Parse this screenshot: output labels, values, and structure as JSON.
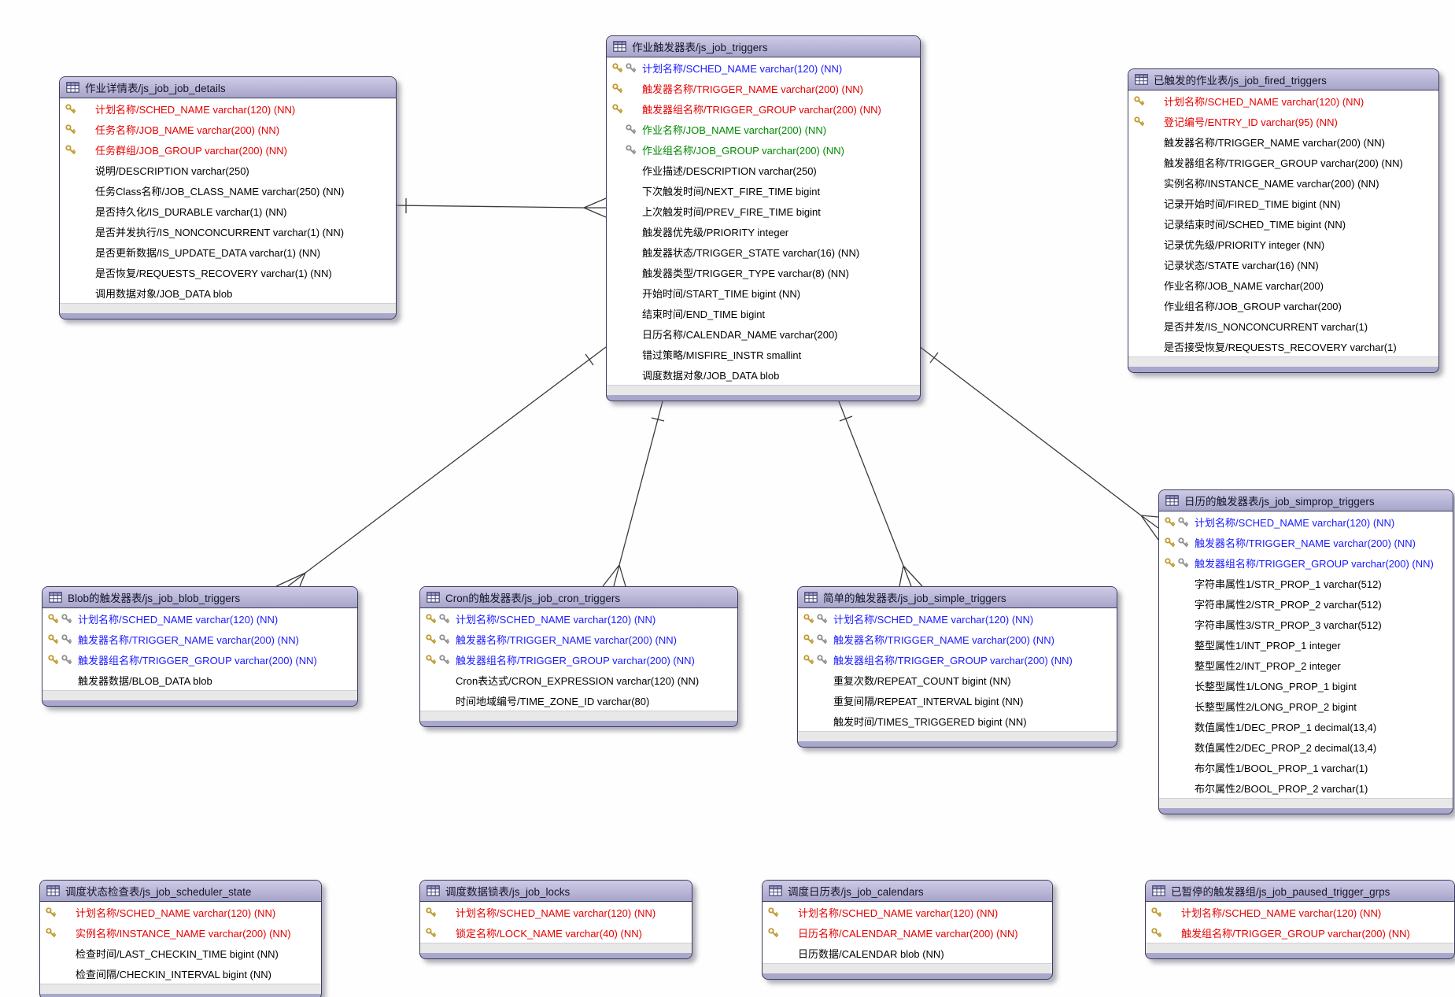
{
  "diagram": {
    "type": "er-diagram",
    "subject": "Quartz scheduler database schema (js_job_*)",
    "colors": {
      "table_header": "#b6b3d6",
      "table_body": "#ffffff",
      "pk_text": "#e60000",
      "pk_fk_text": "#1a1aff",
      "fk_text": "#008a00",
      "normal_text": "#000000",
      "key_gold": "#c09a30",
      "key_gray": "#8f8f8f",
      "relationship_line": "#3a3a3a"
    }
  },
  "tables": [
    {
      "id": "job_details",
      "title": "作业详情表/js_job_job_details",
      "fields": [
        {
          "text": "计划名称/SCHED_NAME varchar(120) (NN)",
          "style": "pk",
          "keys": [
            "pk"
          ]
        },
        {
          "text": "任务名称/JOB_NAME varchar(200) (NN)",
          "style": "pk",
          "keys": [
            "pk"
          ]
        },
        {
          "text": "任务群组/JOB_GROUP varchar(200) (NN)",
          "style": "pk",
          "keys": [
            "pk"
          ]
        },
        {
          "text": "说明/DESCRIPTION varchar(250)",
          "style": "n",
          "keys": []
        },
        {
          "text": "任务Class名称/JOB_CLASS_NAME varchar(250) (NN)",
          "style": "n",
          "keys": []
        },
        {
          "text": "是否持久化/IS_DURABLE varchar(1) (NN)",
          "style": "n",
          "keys": []
        },
        {
          "text": "是否并发执行/IS_NONCONCURRENT varchar(1) (NN)",
          "style": "n",
          "keys": []
        },
        {
          "text": "是否更新数据/IS_UPDATE_DATA varchar(1) (NN)",
          "style": "n",
          "keys": []
        },
        {
          "text": "是否恢复/REQUESTS_RECOVERY varchar(1) (NN)",
          "style": "n",
          "keys": []
        },
        {
          "text": "调用数据对象/JOB_DATA blob",
          "style": "n",
          "keys": []
        }
      ]
    },
    {
      "id": "triggers",
      "title": "作业触发器表/js_job_triggers",
      "fields": [
        {
          "text": "计划名称/SCHED_NAME varchar(120) (NN)",
          "style": "pkfk",
          "keys": [
            "pk",
            "fk"
          ]
        },
        {
          "text": "触发器名称/TRIGGER_NAME varchar(200) (NN)",
          "style": "pk",
          "keys": [
            "pk"
          ]
        },
        {
          "text": "触发器组名称/TRIGGER_GROUP varchar(200) (NN)",
          "style": "pk",
          "keys": [
            "pk"
          ]
        },
        {
          "text": "作业名称/JOB_NAME varchar(200) (NN)",
          "style": "fk",
          "keys": [
            "fk"
          ]
        },
        {
          "text": "作业组名称/JOB_GROUP varchar(200) (NN)",
          "style": "fk",
          "keys": [
            "fk"
          ]
        },
        {
          "text": "作业描述/DESCRIPTION varchar(250)",
          "style": "n",
          "keys": []
        },
        {
          "text": "下次触发时间/NEXT_FIRE_TIME bigint",
          "style": "n",
          "keys": []
        },
        {
          "text": "上次触发时间/PREV_FIRE_TIME bigint",
          "style": "n",
          "keys": []
        },
        {
          "text": "触发器优先级/PRIORITY integer",
          "style": "n",
          "keys": []
        },
        {
          "text": "触发器状态/TRIGGER_STATE varchar(16) (NN)",
          "style": "n",
          "keys": []
        },
        {
          "text": "触发器类型/TRIGGER_TYPE varchar(8) (NN)",
          "style": "n",
          "keys": []
        },
        {
          "text": "开始时间/START_TIME bigint (NN)",
          "style": "n",
          "keys": []
        },
        {
          "text": "结束时间/END_TIME bigint",
          "style": "n",
          "keys": []
        },
        {
          "text": "日历名称/CALENDAR_NAME varchar(200)",
          "style": "n",
          "keys": []
        },
        {
          "text": "错过策略/MISFIRE_INSTR smallint",
          "style": "n",
          "keys": []
        },
        {
          "text": "调度数据对象/JOB_DATA blob",
          "style": "n",
          "keys": []
        }
      ]
    },
    {
      "id": "fired_triggers",
      "title": "已触发的作业表/js_job_fired_triggers",
      "fields": [
        {
          "text": "计划名称/SCHED_NAME varchar(120) (NN)",
          "style": "pk",
          "keys": [
            "pk"
          ]
        },
        {
          "text": "登记编号/ENTRY_ID varchar(95) (NN)",
          "style": "pk",
          "keys": [
            "pk"
          ]
        },
        {
          "text": "触发器名称/TRIGGER_NAME varchar(200) (NN)",
          "style": "n",
          "keys": []
        },
        {
          "text": "触发器组名称/TRIGGER_GROUP varchar(200) (NN)",
          "style": "n",
          "keys": []
        },
        {
          "text": "实例名称/INSTANCE_NAME varchar(200) (NN)",
          "style": "n",
          "keys": []
        },
        {
          "text": "记录开始时间/FIRED_TIME bigint (NN)",
          "style": "n",
          "keys": []
        },
        {
          "text": "记录结束时间/SCHED_TIME bigint (NN)",
          "style": "n",
          "keys": []
        },
        {
          "text": "记录优先级/PRIORITY integer (NN)",
          "style": "n",
          "keys": []
        },
        {
          "text": "记录状态/STATE varchar(16) (NN)",
          "style": "n",
          "keys": []
        },
        {
          "text": "作业名称/JOB_NAME varchar(200)",
          "style": "n",
          "keys": []
        },
        {
          "text": "作业组名称/JOB_GROUP varchar(200)",
          "style": "n",
          "keys": []
        },
        {
          "text": "是否并发/IS_NONCONCURRENT varchar(1)",
          "style": "n",
          "keys": []
        },
        {
          "text": "是否接受恢复/REQUESTS_RECOVERY varchar(1)",
          "style": "n",
          "keys": []
        }
      ]
    },
    {
      "id": "blob_triggers",
      "title": "Blob的触发器表/js_job_blob_triggers",
      "fields": [
        {
          "text": "计划名称/SCHED_NAME varchar(120) (NN)",
          "style": "pkfk",
          "keys": [
            "pk",
            "fk"
          ]
        },
        {
          "text": "触发器名称/TRIGGER_NAME varchar(200) (NN)",
          "style": "pkfk",
          "keys": [
            "pk",
            "fk"
          ]
        },
        {
          "text": "触发器组名称/TRIGGER_GROUP varchar(200) (NN)",
          "style": "pkfk",
          "keys": [
            "pk",
            "fk"
          ]
        },
        {
          "text": "触发器数据/BLOB_DATA blob",
          "style": "n",
          "keys": []
        }
      ]
    },
    {
      "id": "cron_triggers",
      "title": "Cron的触发器表/js_job_cron_triggers",
      "fields": [
        {
          "text": "计划名称/SCHED_NAME varchar(120) (NN)",
          "style": "pkfk",
          "keys": [
            "pk",
            "fk"
          ]
        },
        {
          "text": "触发器名称/TRIGGER_NAME varchar(200) (NN)",
          "style": "pkfk",
          "keys": [
            "pk",
            "fk"
          ]
        },
        {
          "text": "触发器组名称/TRIGGER_GROUP varchar(200) (NN)",
          "style": "pkfk",
          "keys": [
            "pk",
            "fk"
          ]
        },
        {
          "text": "Cron表达式/CRON_EXPRESSION varchar(120) (NN)",
          "style": "n",
          "keys": []
        },
        {
          "text": "时间地域编号/TIME_ZONE_ID varchar(80)",
          "style": "n",
          "keys": []
        }
      ]
    },
    {
      "id": "simple_triggers",
      "title": "简单的触发器表/js_job_simple_triggers",
      "fields": [
        {
          "text": "计划名称/SCHED_NAME varchar(120) (NN)",
          "style": "pkfk",
          "keys": [
            "pk",
            "fk"
          ]
        },
        {
          "text": "触发器名称/TRIGGER_NAME varchar(200) (NN)",
          "style": "pkfk",
          "keys": [
            "pk",
            "fk"
          ]
        },
        {
          "text": "触发器组名称/TRIGGER_GROUP varchar(200) (NN)",
          "style": "pkfk",
          "keys": [
            "pk",
            "fk"
          ]
        },
        {
          "text": "重复次数/REPEAT_COUNT bigint (NN)",
          "style": "n",
          "keys": []
        },
        {
          "text": "重复间隔/REPEAT_INTERVAL bigint (NN)",
          "style": "n",
          "keys": []
        },
        {
          "text": "触发时间/TIMES_TRIGGERED bigint (NN)",
          "style": "n",
          "keys": []
        }
      ]
    },
    {
      "id": "simprop_triggers",
      "title": "日历的触发器表/js_job_simprop_triggers",
      "fields": [
        {
          "text": "计划名称/SCHED_NAME varchar(120) (NN)",
          "style": "pkfk",
          "keys": [
            "pk",
            "fk"
          ]
        },
        {
          "text": "触发器名称/TRIGGER_NAME varchar(200) (NN)",
          "style": "pkfk",
          "keys": [
            "pk",
            "fk"
          ]
        },
        {
          "text": "触发器组名称/TRIGGER_GROUP varchar(200) (NN)",
          "style": "pkfk",
          "keys": [
            "pk",
            "fk"
          ]
        },
        {
          "text": "字符串属性1/STR_PROP_1 varchar(512)",
          "style": "n",
          "keys": []
        },
        {
          "text": "字符串属性2/STR_PROP_2 varchar(512)",
          "style": "n",
          "keys": []
        },
        {
          "text": "字符串属性3/STR_PROP_3 varchar(512)",
          "style": "n",
          "keys": []
        },
        {
          "text": "整型属性1/INT_PROP_1 integer",
          "style": "n",
          "keys": []
        },
        {
          "text": "整型属性2/INT_PROP_2 integer",
          "style": "n",
          "keys": []
        },
        {
          "text": "长整型属性1/LONG_PROP_1 bigint",
          "style": "n",
          "keys": []
        },
        {
          "text": "长整型属性2/LONG_PROP_2 bigint",
          "style": "n",
          "keys": []
        },
        {
          "text": "数值属性1/DEC_PROP_1 decimal(13,4)",
          "style": "n",
          "keys": []
        },
        {
          "text": "数值属性2/DEC_PROP_2 decimal(13,4)",
          "style": "n",
          "keys": []
        },
        {
          "text": "布尔属性1/BOOL_PROP_1 varchar(1)",
          "style": "n",
          "keys": []
        },
        {
          "text": "布尔属性2/BOOL_PROP_2 varchar(1)",
          "style": "n",
          "keys": []
        }
      ]
    },
    {
      "id": "scheduler_state",
      "title": "调度状态检查表/js_job_scheduler_state",
      "fields": [
        {
          "text": "计划名称/SCHED_NAME varchar(120) (NN)",
          "style": "pk",
          "keys": [
            "pk"
          ]
        },
        {
          "text": "实例名称/INSTANCE_NAME varchar(200) (NN)",
          "style": "pk",
          "keys": [
            "pk"
          ]
        },
        {
          "text": "检查时间/LAST_CHECKIN_TIME bigint (NN)",
          "style": "n",
          "keys": []
        },
        {
          "text": "检查间隔/CHECKIN_INTERVAL bigint (NN)",
          "style": "n",
          "keys": []
        }
      ]
    },
    {
      "id": "locks",
      "title": "调度数据锁表/js_job_locks",
      "fields": [
        {
          "text": "计划名称/SCHED_NAME varchar(120) (NN)",
          "style": "pk",
          "keys": [
            "pk"
          ]
        },
        {
          "text": "锁定名称/LOCK_NAME varchar(40) (NN)",
          "style": "pk",
          "keys": [
            "pk"
          ]
        }
      ]
    },
    {
      "id": "calendars",
      "title": "调度日历表/js_job_calendars",
      "fields": [
        {
          "text": "计划名称/SCHED_NAME varchar(120) (NN)",
          "style": "pk",
          "keys": [
            "pk"
          ]
        },
        {
          "text": "日历名称/CALENDAR_NAME varchar(200) (NN)",
          "style": "pk",
          "keys": [
            "pk"
          ]
        },
        {
          "text": "日历数据/CALENDAR blob (NN)",
          "style": "n",
          "keys": []
        }
      ]
    },
    {
      "id": "paused_trigger_grps",
      "title": "已暂停的触发器组/js_job_paused_trigger_grps",
      "fields": [
        {
          "text": "计划名称/SCHED_NAME varchar(120) (NN)",
          "style": "pk",
          "keys": [
            "pk"
          ]
        },
        {
          "text": "触发组名称/TRIGGER_GROUP varchar(200) (NN)",
          "style": "pk",
          "keys": [
            "pk"
          ]
        }
      ]
    }
  ],
  "relationships": [
    {
      "from": "js_job_job_details",
      "to": "js_job_triggers",
      "cardinality": "one-to-many"
    },
    {
      "from": "js_job_triggers",
      "to": "js_job_blob_triggers",
      "cardinality": "one-to-many"
    },
    {
      "from": "js_job_triggers",
      "to": "js_job_cron_triggers",
      "cardinality": "one-to-many"
    },
    {
      "from": "js_job_triggers",
      "to": "js_job_simple_triggers",
      "cardinality": "one-to-many"
    },
    {
      "from": "js_job_triggers",
      "to": "js_job_simprop_triggers",
      "cardinality": "one-to-many"
    }
  ]
}
